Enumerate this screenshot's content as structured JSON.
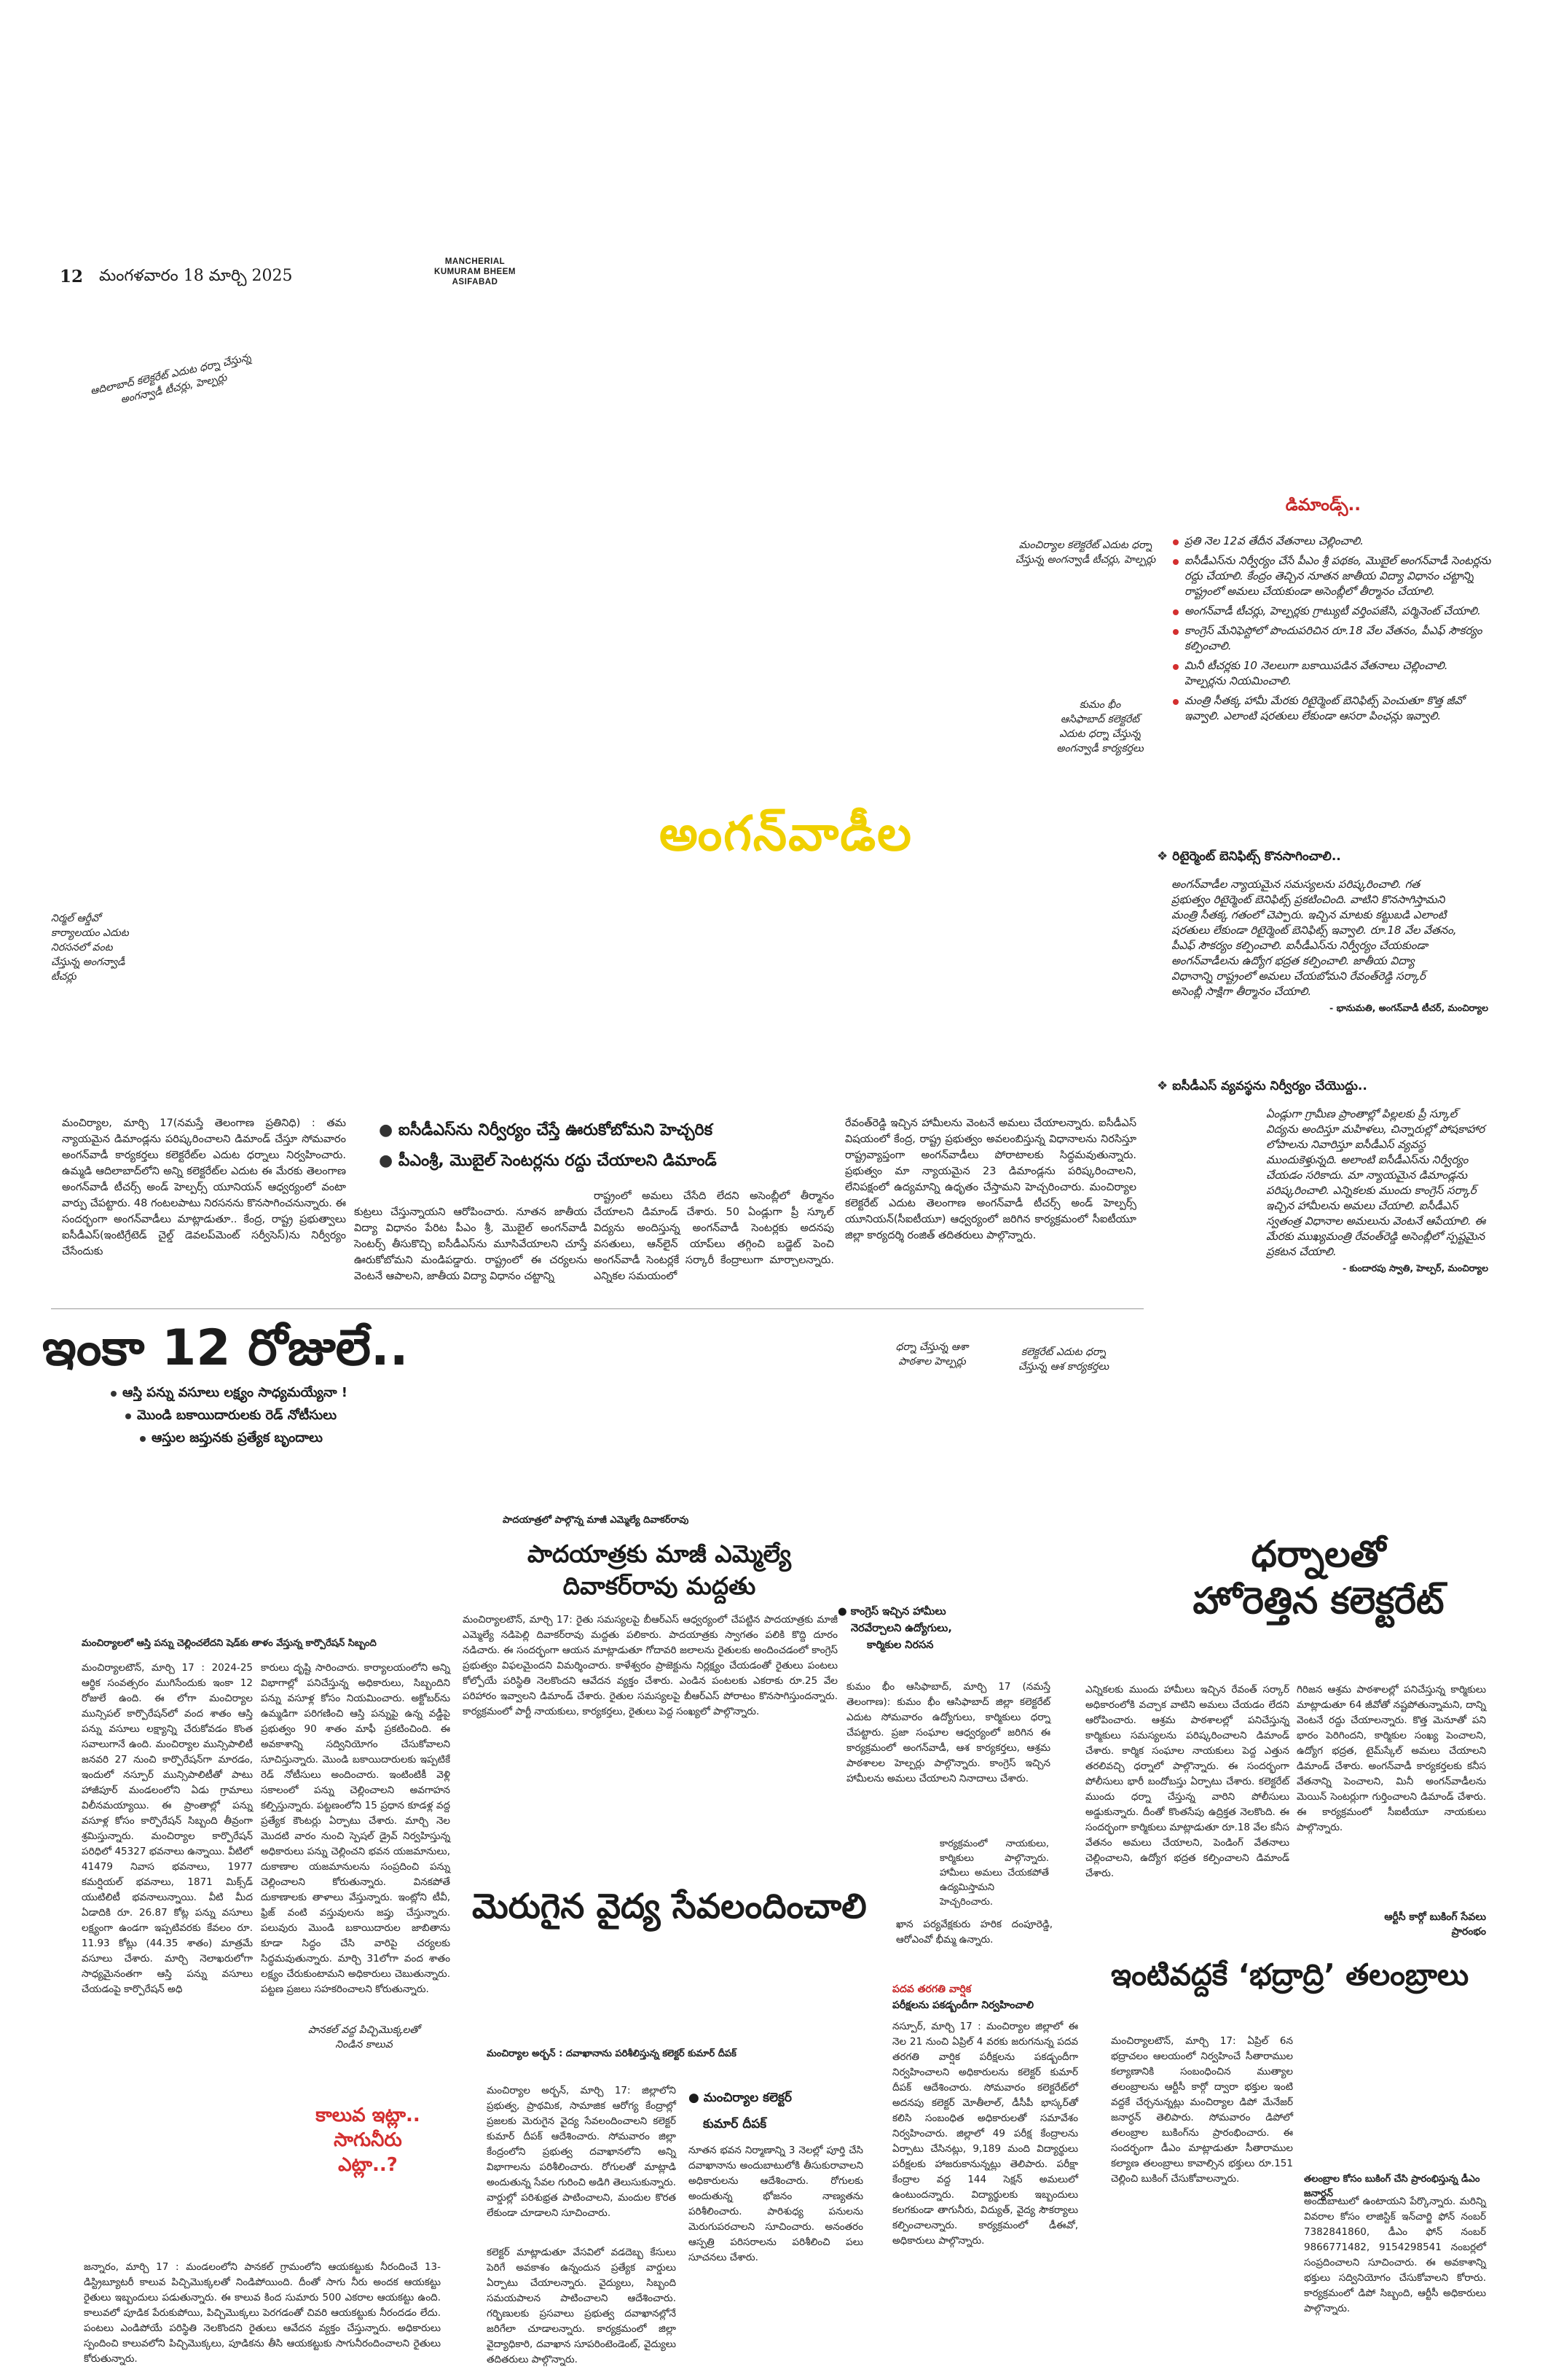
{
  "header": {
    "page_number": "12",
    "date": "మంగళవారం 18 మార్చి 2025",
    "edition_line1": "MANCHERIAL",
    "edition_line2": "KUMURAM BHEEM",
    "edition_line3": "ASIFABAD"
  },
  "captions": {
    "top_left": "ఆదిలాబాద్ కలెక్టరేట్ ఎదుట ధర్నా చేస్తున్న అంగన్వాడీ టీచర్లు, హెల్పర్లు",
    "mancherial_collectorate": "మంచిర్యాల కలెక్టరేట్ ఎదుట ధర్నా చేస్తున్న అంగన్వాడీ టీచర్లు, హెల్పర్లు",
    "kb_asifabad": "కుమం భీం ఆసిఫాబాద్ కలెక్టరేట్ ఎదుట ధర్నా చేస్తున్న అంగన్వాడీ కార్యకర్తలు",
    "nirmal": "నిర్మల్ ఆర్డీవో కార్యాలయం ఎదుట నిరసనలో వంట చేస్తున్న అంగన్వాడీ టీచర్లు",
    "dharna_asha": "ధర్నా చేస్తున్న ఆశా పాఠశాల హెల్పర్లు",
    "collectorate_asha": "కలెక్టరేట్ ఎదుట ధర్నా చేస్తున్న ఆశ కార్యకర్తలు",
    "online_booking": "ఆర్టీసీ కార్గో బుకింగ్ సేవలు ప్రారంభం",
    "canal": "పానకల్ వద్ద పిచ్చిమొక్కలతో నిండిన కాలువ",
    "talambralu": "తలంబ్రాల కోసం బుకింగ్ చేసి ప్రారంభిస్తున్న డీఎం జనార్ధన్"
  },
  "anganwadi": {
    "headline": "అంగన్‌వాడీల",
    "deck1": "ఐసీడీఎస్‌ను నిర్వీర్యం చేస్తే ఊరుకోబోమని హెచ్చరిక",
    "deck2": "పీఎంశ్రీ, మొబైల్ సెంటర్లను రద్దు చేయాలని డిమాండ్",
    "col1": "మంచిర్యాల, మార్చి 17(నమస్తే తెలంగాణ ప్రతినిధి) : తమ న్యాయమైన డిమాండ్లను పరిష్కరించాలని డిమాండ్ చేస్తూ సోమవారం అంగన్‌వాడీ కార్యకర్తలు కలెక్టరేట్‌ల ఎదుట ధర్నాలు నిర్వహించారు. ఉమ్మడి ఆదిలాబాద్‌లోని అన్ని కలెక్టరేట్‌ల ఎదుట ఈ మేరకు తెలంగాణ అంగన్‌వాడీ టీచర్స్ అండ్ హెల్పర్స్ యూనియన్ ఆధ్వర్యంలో వంటా వార్పు చేపట్టారు. 48 గంటలపాటు నిరసనను కొనసాగించనున్నారు. ఈ సందర్భంగా అంగన్‌వాడీలు మాట్లాడుతూ.. కేంద్ర, రాష్ట్ర ప్రభుత్వాలు ఐసీడీఎస్(ఇంటిగ్రేటెడ్ చైల్డ్ డెవలప్‌మెంట్ సర్వీసెస్)ను నిర్వీర్యం చేసేందుకు",
    "col2": "కుట్రలు చేస్తున్నాయని ఆరోపించారు. నూతన జాతీయ విద్యా విధానం పేరిట పీఎం శ్రీ, మొబైల్ అంగన్‌వాడీ సెంటర్స్ తీసుకొచ్చి ఐసీడీఎస్‌ను మూసివేయాలని చూస్తే ఊరుకోబోమని మండిపడ్డారు. రాష్ట్రంలో ఈ చర్యలను వెంటనే ఆపాలని, జాతీయ విద్యా విధానం చట్టాన్ని",
    "col3": "రాష్ట్రంలో అమలు చేసేది లేదని అసెంబ్లీలో తీర్మానం చేయాలని డిమాండ్ చేశారు. 50 ఏండ్లుగా ప్రీ స్కూల్ విద్యను అందిస్తున్న అంగన్‌వాడీ సెంటర్లకు అదనపు వసతులు, ఆన్‌లైన్ యాప్‌లు తగ్గించి బడ్జెట్ పెంచి అంగన్‌వాడీ సెంటర్లకే సర్కారీ కేంద్రాలుగా మార్చాలన్నారు. ఎన్నికల సమయంలో",
    "col4": "రేవంత్‌రెడ్డి ఇచ్చిన హామీలను వెంటనే అమలు చేయాలన్నారు. ఐసీడీఎస్ విషయంలో కేంద్ర, రాష్ట్ర ప్రభుత్వం అవలంబిస్తున్న విధానాలను నిరసిస్తూ రాష్ట్రవ్యాప్తంగా అంగన్‌వాడీలు పోరాటాలకు సిద్ధమవుతున్నారు. ప్రభుత్వం మా న్యాయమైన 23 డిమాండ్లను పరిష్కరించాలని, లేనిపక్షంలో ఉద్యమాన్ని ఉధృతం చేస్తామని హెచ్చరించారు. మంచిర్యాల కలెక్టరేట్ ఎదుట తెలంగాణ అంగన్‌వాడీ టీచర్స్ అండ్ హెల్పర్స్ యూనియన్(సీఐటీయూ) ఆధ్వర్యంలో జరిగిన కార్యక్రమంలో సీఐటీయూ జిల్లా కార్యదర్శి రంజిత్ తదితరులు పాల్గొన్నారు."
  },
  "sidebar": {
    "title": "డిమాండ్స్..",
    "items": [
      "ప్రతి నెల 12వ తేదీన వేతనాలు చెల్లించాలి.",
      "ఐసీడీఎస్‌ను నిర్వీర్యం చేసే పీఎం శ్రీ పథకం, మొబైల్ అంగన్‌వాడీ సెంటర్లను రద్దు చేయాలి. కేంద్రం తెచ్చిన నూతన జాతీయ విద్యా విధానం చట్టాన్ని రాష్ట్రంలో అమలు చేయకుండా అసెంబ్లీలో తీర్మానం చేయాలి.",
      "అంగన్‌వాడీ టీచర్లు, హెల్పర్లకు గ్రాట్యుటీ వర్తింపజేసి, పర్మినెంట్ చేయాలి.",
      "కాంగ్రెస్ మేనిఫెస్టోలో పొందుపరిచిన రూ.18 వేల వేతనం, పీఎఫ్ సౌకర్యం కల్పించాలి.",
      "మినీ టీచర్లకు 10 నెలలుగా బకాయిపడిన వేతనాలు చెల్లించాలి. హెల్పర్లను నియమించాలి.",
      "మంత్రి సీతక్క హామీ మేరకు రిటైర్మెంట్ బెనిఫిట్స్ పెంచుతూ కొత్త జీవో ఇవ్వాలి. ఎలాంటి షరతులు లేకుండా ఆసరా పింఛన్లు ఇవ్వాలి."
    ],
    "q1_title": "రిటైర్మెంట్ బెనిఫిట్స్ కొనసాగించాలి..",
    "q1_text": "అంగన్‌వాడీల న్యాయమైన సమస్యలను పరిష్కరించాలి. గత ప్రభుత్వం రిటైర్మెంట్ బెనిఫిట్స్ ప్రకటించింది. వాటిని కొనసాగిస్తామని మంత్రి సీతక్క గతంలో చెప్పారు. ఇచ్చిన మాటకు కట్టుబడి ఎలాంటి షరతులు లేకుండా రిటైర్మెంట్ బెనిఫిట్స్ ఇవ్వాలి. రూ.18 వేల వేతనం, పీఎఫ్ సౌకర్యం కల్పించాలి. ఐసీడీఎస్‌ను నిర్వీర్యం చేయకుండా అంగన్‌వాడీలను ఉద్యోగ భద్రత కల్పించాలి. జాతీయ విద్యా విధానాన్ని రాష్ట్రంలో అమలు చేయబోమని రేవంత్‌రెడ్డి సర్కార్ అసెంబ్లీ సాక్షిగా తీర్మానం చేయాలి.",
    "q1_byline": "- భానుమతి, అంగన్‌వాడీ టీచర్, మంచిర్యాల",
    "q2_title": "ఐసీడీఎస్ వ్యవస్థను నిర్వీర్యం చేయొద్దు..",
    "q2_text": "ఏండ్లుగా గ్రామీణ ప్రాంతాల్లో పిల్లలకు ప్రీ స్కూల్ విద్యను అందిస్తూ మహిళలు, చిన్నారుల్లో పోషకాహార లోపాలను నివారిస్తూ ఐసీడీఎస్ వ్యవస్థ ముందుకెళ్తున్నది. అలాంటి ఐసీడీఎస్‌ను నిర్వీర్యం చేయడం సరికాదు. మా న్యాయమైన డిమాండ్లను పరిష్కరించాలి. ఎన్నికలకు ముందు కాంగ్రెస్ సర్కార్ ఇచ్చిన హామీలను అమలు చేయాలి. ఐసీడీఎస్ స్వతంత్ర విధానాల అమలును వెంటనే ఆపేయాలి. ఈ మేరకు ముఖ్యమంత్రి రేవంత్‌రెడ్డి అసెంబ్లీలో స్పష్టమైన ప్రకటన చేయాలి.",
    "q2_byline": "- కుందారపు స్వాతి, హెల్పర్, మంచిర్యాల"
  },
  "tax": {
    "headline": "ఇంకా 12 రోజులే..",
    "bullets": [
      "ఆస్తి పన్ను వసూలు లక్ష్యం సాధ్యమయ్యేనా !",
      "మొండి బకాయిదారులకు రెడ్ నోటీసులు",
      "ఆస్తుల జప్తునకు ప్రత్యేక బృందాలు"
    ],
    "photo_caption": "మంచిర్యాలలో ఆస్తి పన్ను చెల్లించలేదని షెడ్‌కు తాళం వేస్తున్న కార్పొరేషన్ సిబ్బంది",
    "col1": "మంచిర్యాలటౌన్, మార్చి 17 : 2024-25 ఆర్థిక సంవత్సరం ముగిసేందుకు ఇంకా 12 రోజులే ఉంది. ఈ లోగా మంచిర్యాల మున్సిపల్ కార్పొరేషన్‌లో వంద శాతం ఆస్తి పన్ను వసూలు లక్ష్యాన్ని చేరుకోవడం కొంత సవాలుగానే ఉంది. మంచిర్యాల మున్సిపాలిటీ జనవరి 27 నుంచి కార్పొరేషన్‌గా మారడం, ఇందులో నస్పూర్ మున్సిపాలిటీతో పాటు హాజీపూర్ మండలంలోని ఏడు గ్రామాలు విలీనమయ్యాయి. ఈ ప్రాంతాల్లో పన్ను వసూళ్ల కోసం కార్పొరేషన్ సిబ్బంది తీవ్రంగా శ్రమిస్తున్నారు. మంచిర్యాల కార్పొరేషన్ పరిధిలో 45327 భవనాలు ఉన్నాయి. వీటిలో 41479 నివాస భవనాలు, 1977 కమర్షియల్ భవనాలు, 1871 మిక్స్‌డ్ యుటిలిటీ భవనాలున్నాయి. వీటి మీద ఏడాదికి రూ. 26.87 కోట్ల పన్ను వసూలు లక్ష్యంగా ఉండగా ఇప్పటివరకు కేవలం రూ. 11.93 కోట్లు (44.35 శాతం) మాత్రమే వసూలు చేశారు. మార్చి నెలాఖరులోగా సాధ్యమైనంతగా ఆస్తి పన్ను వసూలు చేయడంపై కార్పొరేషన్ అధి",
    "col2": "కారులు దృష్టి సారించారు. కార్యాలయంలోని అన్ని విభాగాల్లో పనిచేస్తున్న అధికారులు, సిబ్బందిని పన్ను వసూళ్ల కోసం నియమించారు. అక్టోబర్‌ను ఉమ్మడిగా పరిగణించి ఆస్తి పన్నుపై ఉన్న వడ్డీపై ప్రభుత్వం 90 శాతం మాఫీ ప్రకటించింది. ఈ అవకాశాన్ని సద్వినియోగం చేసుకోవాలని సూచిస్తున్నారు. మొండి బకాయిదారులకు ఇప్పటికే రెడ్ నోటీసులు అందించారు. ఇంటింటికీ వెళ్లి సకాలంలో పన్ను చెల్లించాలని అవగాహన కల్పిస్తున్నారు. పట్టణంలోని 15 ప్రధాన కూడళ్ల వద్ద ప్రత్యేక కౌంటర్లు ఏర్పాటు చేశారు. మార్చి నెల మొదటి వారం నుంచి స్పెషల్ డ్రైవ్ నిర్వహిస్తున్న అధికారులు పన్ను చెల్లించని భవన యజమానులు, దుకాణాల యజమానులను సంప్రదించి పన్ను చెల్లించాలని కోరుతున్నారు. వినకపోతే దుకాణాలకు తాళాలు వేస్తున్నారు. ఇంట్లోని టీవీ, ఫ్రిజ్ వంటి వస్తువులను జప్తు చేస్తున్నారు. పలువురు మొండి బకాయిదారుల జాబితాను కూడా సిద్ధం చేసి వారిపై చర్యలకు సిద్ధమవుతున్నారు. మార్చి 31లోగా వంద శాతం లక్ష్యం చేరుకుంటామని అధికారులు చెబుతున్నారు. పట్టణ ప్రజలు సహకరించాలని కోరుతున్నారు."
  },
  "padayatra": {
    "kicker": "పాదయాత్రలో పాల్గొన్న మాజీ ఎమ్మెల్యే దివాకర్‌రావు",
    "headline1": "పాదయాత్రకు మాజీ ఎమ్మెల్యే",
    "headline2": "దివాకర్‌రావు మద్దతు",
    "text": "మంచిర్యాలటౌన్, మార్చి 17: రైతు సమస్యలపై బీఆర్ఎస్ ఆధ్వర్యంలో చేపట్టిన పాదయాత్రకు మాజీ ఎమ్మెల్యే నడిపెల్లి దివాకర్‌రావు మద్దతు పలికారు. పాదయాత్రకు స్వాగతం పలికి కొద్ది దూరం నడిచారు. ఈ సందర్భంగా ఆయన మాట్లాడుతూ గోదావరి జలాలను రైతులకు అందించడంలో కాంగ్రెస్ ప్రభుత్వం విఫలమైందని విమర్శించారు. కాళేశ్వరం ప్రాజెక్టును నిర్లక్ష్యం చేయడంతో రైతులు పంటలు కోల్పోయే పరిస్థితి నెలకొందని ఆవేదన వ్యక్తం చేశారు. ఎండిన పంటలకు ఎకరాకు రూ.25 వేల పరిహారం ఇవ్వాలని డిమాండ్ చేశారు. రైతుల సమస్యలపై బీఆర్ఎస్ పోరాటం కొనసాగిస్తుందన్నారు. కార్యక్రమంలో పార్టీ నాయకులు, కార్యకర్తలు, రైతులు పెద్ద సంఖ్యలో పాల్గొన్నారు."
  },
  "medical": {
    "headline": "మెరుగైన వైద్య సేవలందించాలి",
    "kicker": "మంచిర్యాల అర్బన్ : దవాఖానాను పరిశీలిస్తున్న కలెక్టర్ కుమార్ దీపక్",
    "subhead1": "మంచిర్యాల కలెక్టర్",
    "subhead2": "కుమార్ దీపక్",
    "col1": "మంచిర్యాల అర్బన్, మార్చి 17: జిల్లాలోని ప్రభుత్వ, ప్రాథమిక, సామాజిక ఆరోగ్య కేంద్రాల్లో ప్రజలకు మెరుగైన వైద్య సేవలందించాలని కలెక్టర్ కుమార్ దీపక్ ఆదేశించారు. సోమవారం జిల్లా కేంద్రంలోని ప్రభుత్వ దవాఖానలోని అన్ని విభాగాలను పరిశీలించారు. రోగులతో మాట్లాడి అందుతున్న సేవల గురించి అడిగి తెలుసుకున్నారు. వార్డుల్లో పరిశుభ్రత పాటించాలని, మందుల కొరత లేకుండా చూడాలని సూచించారు.",
    "col2": "కలెక్టర్ మాట్లాడుతూ వేసవిలో వడదెబ్బ కేసులు పెరిగే అవకాశం ఉన్నందున ప్రత్యేక వార్డులు ఏర్పాటు చేయాలన్నారు. వైద్యులు, సిబ్బంది సమయపాలన పాటించాలని ఆదేశించారు. గర్భిణులకు ప్రసవాలు ప్రభుత్వ దవాఖానల్లోనే జరిగేలా చూడాలన్నారు. కార్యక్రమంలో జిల్లా వైద్యాధికారి, దవాఖాన సూపరింటెండెంట్, వైద్యులు తదితరులు పాల్గొన్నారు.",
    "col3": "నూతన భవన నిర్మాణాన్ని 3 నెలల్లో పూర్తి చేసి దవాఖానాను అందుబాటులోకి తీసుకురావాలని అధికారులను ఆదేశించారు. రోగులకు అందుతున్న భోజనం నాణ్యతను పరిశీలించారు. పారిశుధ్య పనులను మెరుగుపరచాలని సూచించారు. అనంతరం ఆస్పత్రి పరిసరాలను పరిశీలించి పలు సూచనలు చేశారు."
  },
  "congress": {
    "bullet1": "కాంగ్రెస్ ఇచ్చిన హామీలు",
    "bullet2": "నెరవేర్చాలని ఉద్యోగులు,",
    "bullet3": "కార్మికుల నిరసన",
    "text": "కుమం భీం ఆసిఫాబాద్, మార్చి 17 (నమస్తే తెలంగాణ): కుమం భీం ఆసిఫాబాద్ జిల్లా కలెక్టరేట్ ఎదుట సోమవారం ఉద్యోగులు, కార్మికులు ధర్నా చేపట్టారు. ప్రజా సంఘాల ఆధ్వర్యంలో జరిగిన ఈ కార్యక్రమంలో అంగన్‌వాడీ, ఆశ కార్యకర్తలు, ఆశ్రమ పాఠశాలల హెల్పర్లు పాల్గొన్నారు. కాంగ్రెస్ ఇచ్చిన హామీలను అమలు చేయాలని నినాదాలు చేశారు.",
    "text2": "కార్యక్రమంలో నాయకులు, కార్మికులు పాల్గొన్నారు. హామీలు అమలు చేయకపోతే ఉద్యమిస్తామని హెచ్చరించారు."
  },
  "dharna": {
    "headline1": "ధర్నాలతో",
    "headline2": "హోరెత్తిన కలెక్టరేట్",
    "col1": "ఎన్నికలకు ముందు హామీలు ఇచ్చిన రేవంత్ సర్కార్ అధికారంలోకి వచ్చాక వాటిని అమలు చేయడం లేదని ఆరోపించారు. ఆశ్రమ పాఠశాలల్లో పనిచేస్తున్న కార్మికులు సమస్యలను పరిష్కరించాలని డిమాండ్ చేశారు. కార్మిక సంఘాల నాయకులు పెద్ద ఎత్తున తరలివచ్చి ధర్నాలో పాల్గొన్నారు. ఈ సందర్భంగా పోలీసులు భారీ బందోబస్తు ఏర్పాటు చేశారు. కలెక్టరేట్ ముందు ధర్నా చేస్తున్న వారిని పోలీసులు అడ్డుకున్నారు. దీంతో కొంతసేపు ఉద్రిక్తత నెలకొంది. ఈ సందర్భంగా కార్మికులు మాట్లాడుతూ రూ.18 వేల కనీస వేతనం అమలు చేయాలని, పెండింగ్ వేతనాలు చెల్లించాలని, ఉద్యోగ భద్రత కల్పించాలని డిమాండ్ చేశారు.",
    "col2": "గిరిజన ఆశ్రమ పాఠశాలల్లో పనిచేస్తున్న కార్మికులు మాట్లాడుతూ 64 జీవోతో నష్టపోతున్నామని, దాన్ని వెంటనే రద్దు చేయాలన్నారు. కొత్త మెనూతో పని భారం పెరిగిందని, కార్మికుల సంఖ్య పెంచాలని, ఉద్యోగ భద్రత, టైమ్‌స్కేల్ అమలు చేయాలని డిమాండ్ చేశారు. అంగన్‌వాడీ కార్యకర్తలకు కనీస వేతనాన్ని పెంచాలని, మినీ అంగన్‌వాడీలను మెయిన్ సెంటర్లుగా గుర్తించాలని డిమాండ్ చేశారు. ఈ కార్యక్రమంలో సీఐటీయూ నాయకులు పాల్గొన్నారు."
  },
  "irrigation": {
    "headline1": "కాలువ ఇట్లా..",
    "headline2": "సాగునీరు",
    "headline3": "ఎట్లా..?",
    "text": "జన్నారం, మార్చి 17 : మండలంలోని పానకల్ గ్రామంలోని ఆయకట్టుకు నీరందించే 13-డిస్ట్రిబ్యూటరీ కాలువ పిచ్చిమొక్కలతో నిండిపోయింది. దీంతో సాగు నీరు అందక ఆయకట్టు రైతులు ఇబ్బందులు పడుతున్నారు. ఈ కాలువ కింద సుమారు 500 ఎకరాల ఆయకట్టు ఉంది. కాలువలో పూడిక పేరుకుపోయి, పిచ్చిమొక్కలు పెరగడంతో చివరి ఆయకట్టుకు నీరందడం లేదు. పంటలు ఎండిపోయే పరిస్థితి నెలకొందని రైతులు ఆవేదన వ్యక్తం చేస్తున్నారు. అధికారులు స్పందించి కాలువలోని పిచ్చిమొక్కలు, పూడికను తీసి ఆయకట్టుకు సాగునీరందించాలని రైతులు కోరుతున్నారు."
  },
  "water": {
    "kicker1": "పదవ తరగతి వార్షిక",
    "kicker2": "పరీక్షలను పకడ్బందీగా నిర్వహించాలి",
    "text": "నస్పూర్, మార్చి 17 : మంచిర్యాల జిల్లాలో ఈ నెల 21 నుంచి ఏప్రిల్ 4 వరకు జరుగనున్న పదవ తరగతి వార్షిక పరీక్షలను పకడ్బందీగా నిర్వహించాలని అధికారులను కలెక్టర్ కుమార్ దీపక్ ఆదేశించారు. సోమవారం కలెక్టరేట్‌లో అదనపు కలెక్టర్ మోతీలాల్, డీసీపీ భాస్కర్‌తో కలిసి సంబంధిత అధికారులతో సమావేశం నిర్వహించారు. జిల్లాలో 49 పరీక్ష కేంద్రాలను ఏర్పాటు చేసినట్లు, 9,189 మంది విద్యార్థులు పరీక్షలకు హాజరుకానున్నట్లు తెలిపారు. పరీక్షా కేంద్రాల వద్ద 144 సెక్షన్ అమలులో ఉంటుందన్నారు. విద్యార్థులకు ఇబ్బందులు కలగకుండా తాగునీరు, విద్యుత్, వైద్య సౌకర్యాలు కల్పించాలన్నారు. కార్యక్రమంలో డీఈవో, అధికారులు పాల్గొన్నారు.",
    "fragment": "ఖాన పర్యవేక్షకురు హరిక దంపూరెడ్డి, ఆరోఎంవో భీమ్మ ఉన్నారు."
  },
  "bhadradri": {
    "headline": "ఇంటివద్దకే ‘భద్రాద్రి’ తలంబ్రాలు",
    "col1": "మంచిర్యాలటౌన్, మార్చి 17: ఏప్రిల్ 6న భద్రాచలం ఆలయంలో నిర్వహించే సీతారాముల కల్యాణానికి సంబంధించిన ముత్యాల తలంబ్రాలను ఆర్టీసీ కార్గో ద్వారా భక్తుల ఇంటి వద్దకే చేర్చనున్నట్లు మంచిర్యాల డిపో మేనేజర్ జనార్ధన్ తెలిపారు. సోమవారం డిపోలో తలంబ్రాల బుకింగ్‌ను ప్రారంభించారు. ఈ సందర్భంగా డీఎం మాట్లాడుతూ సీతారాముల కల్యాణ తలంబ్రాలు కావాల్సిన భక్తులు రూ.151 చెల్లించి బుకింగ్ చేసుకోవాలన్నారు.",
    "col2": "అందుబాటులో ఉంటాయని పేర్కొన్నారు. మరిన్ని వివరాల కోసం లాజిస్టిక్ ఇన్‌చార్జి ఫోన్ నంబర్ 7382841860, డీఎం ఫోన్ నంబర్ 9866771482, 9154298541 నంబర్లలో సంప్రదించాలని సూచించారు. ఈ అవకాశాన్ని భక్తులు సద్వినియోగం చేసుకోవాలని కోరారు. కార్యక్రమంలో డిపో సిబ్బంది, ఆర్టీసీ అధికారులు పాల్గొన్నారు."
  }
}
